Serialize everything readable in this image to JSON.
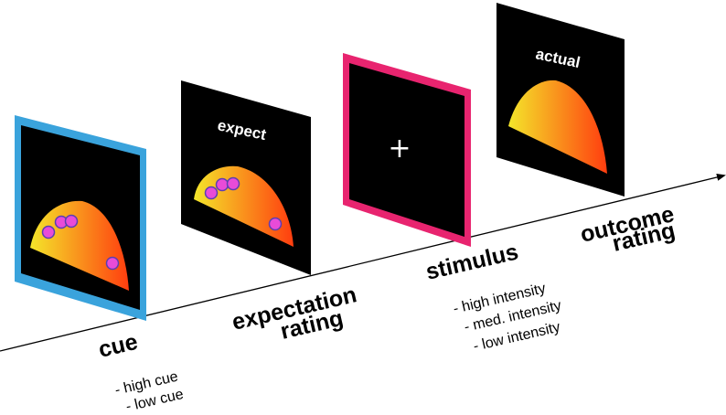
{
  "timeline": {
    "stages": [
      {
        "title": "cue",
        "subitems": [
          "- high cue",
          "- low cue"
        ]
      },
      {
        "title_line1": "expectation",
        "title_line2": "rating"
      },
      {
        "title": "stimulus",
        "subitems": [
          "- high intensity",
          "- med. intensity",
          "- low intensity"
        ]
      },
      {
        "title_line1": "outcome",
        "title_line2": "rating"
      }
    ]
  },
  "panels": {
    "cue": {
      "border_color": "#3aa3dc"
    },
    "expect": {
      "label": "expect"
    },
    "stimulus": {
      "border_color": "#e8246f",
      "symbol": "+"
    },
    "actual": {
      "label": "actual"
    }
  },
  "colors": {
    "panel_bg": "#000000",
    "gradient_start": "#f4e62a",
    "gradient_end": "#ff3d0f",
    "marker_fill": "#e94bd8",
    "marker_stroke": "#5b3fb0"
  }
}
